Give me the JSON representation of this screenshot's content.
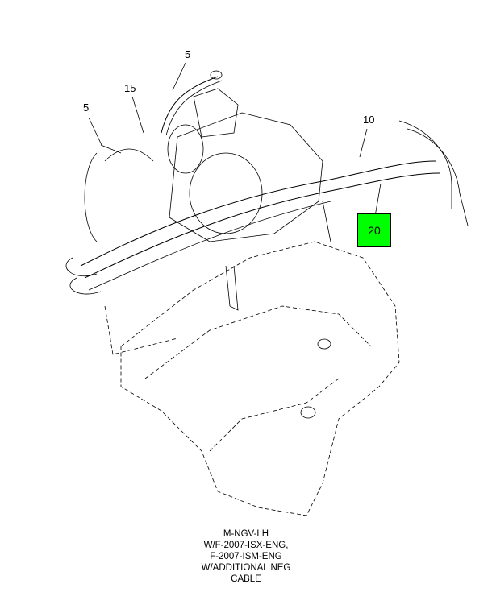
{
  "callouts": [
    {
      "id": "5",
      "label": "5"
    },
    {
      "id": "15",
      "label": "15"
    },
    {
      "id": "5b",
      "label": "5"
    },
    {
      "id": "10",
      "label": "10"
    }
  ],
  "hotspot": {
    "label": "20",
    "color": "#00ff00"
  },
  "caption": [
    "M-NGV-LH",
    "W/F-2007-ISX-ENG,",
    "F-2007-ISM-ENG",
    "W/ADDITIONAL NEG",
    "CABLE"
  ]
}
